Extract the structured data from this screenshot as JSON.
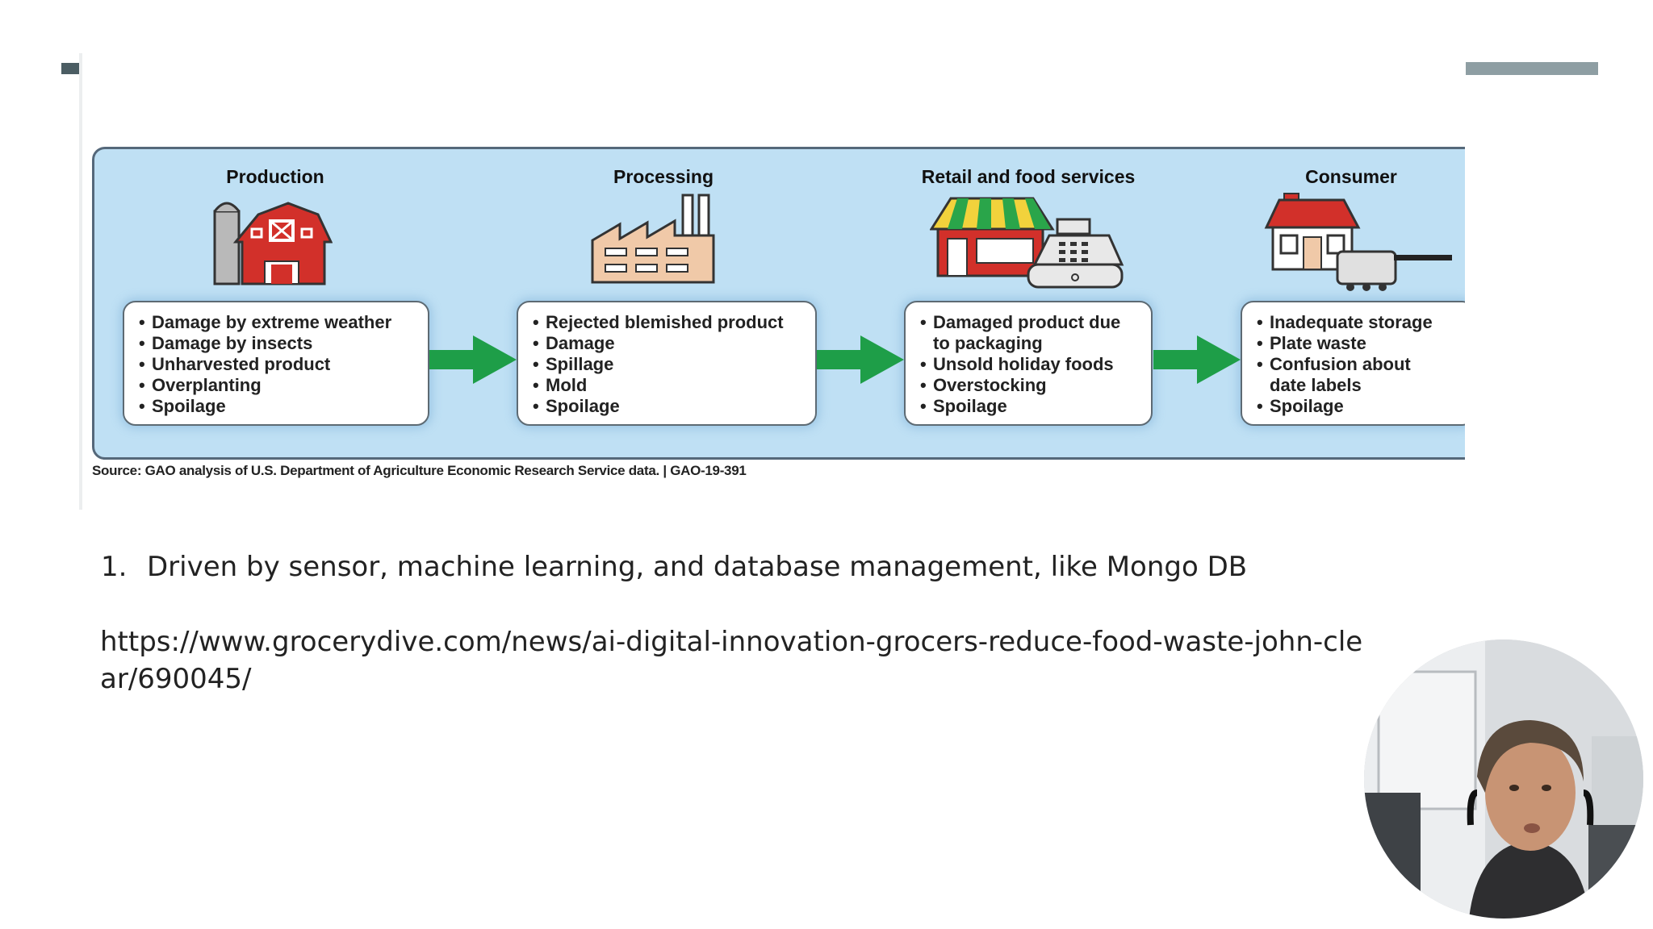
{
  "diagram": {
    "stages": [
      {
        "title": "Production",
        "items": [
          "Damage by extreme weather",
          "Damage by insects",
          "Unharvested product",
          "Overplanting",
          "Spoilage"
        ]
      },
      {
        "title": "Processing",
        "items": [
          "Rejected blemished product",
          "Damage",
          "Spillage",
          "Mold",
          "Spoilage"
        ]
      },
      {
        "title": "Retail and food services",
        "items": [
          "Damaged product due",
          "to packaging",
          "Unsold holiday foods",
          "Overstocking",
          "Spoilage"
        ]
      },
      {
        "title": "Consumer",
        "items": [
          "Inadequate storage",
          "Plate waste",
          "Confusion about",
          "date labels",
          "Spoilage"
        ]
      }
    ],
    "source": "Source: GAO analysis of U.S. Department of Agriculture Economic Research Service data.  |  GAO-19-391",
    "icons": [
      "barn-icon",
      "factory-icon",
      "store-icon",
      "house-icon"
    ],
    "colors": {
      "panel": "#bfe0f4",
      "arrow": "#1e9e48",
      "barn": "#d2302a",
      "factory": "#f0c9a8"
    }
  },
  "content": {
    "point_number": "1.",
    "point_text": "Driven by sensor, machine learning, and database management, like Mongo DB",
    "link_text": "https://www.grocerydive.com/news/ai-digital-innovation-grocers-reduce-food-waste-john-clear/690045/"
  },
  "webcam": {
    "icon": "presenter-video-icon"
  }
}
